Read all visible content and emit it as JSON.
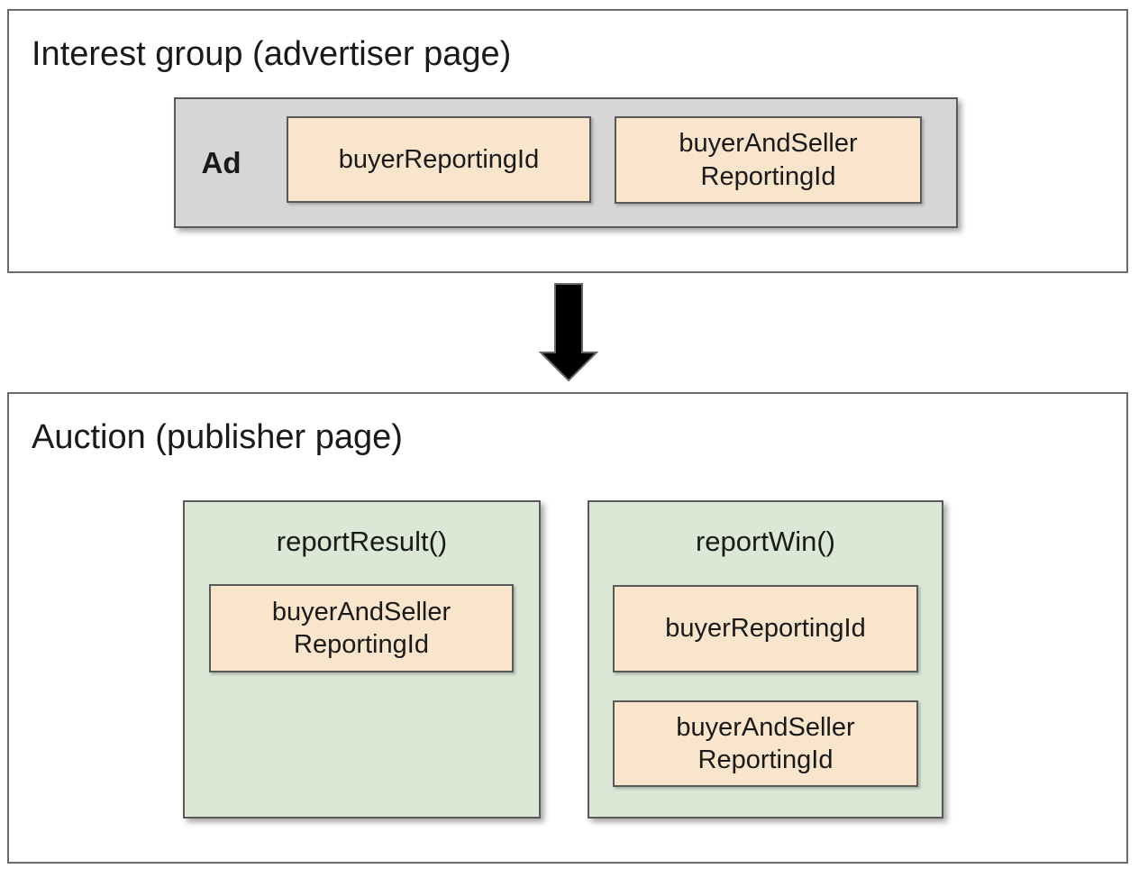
{
  "colors": {
    "panel_border": "#6b6b6b",
    "box_border": "#595959",
    "gray_fill": "#d6d6d6",
    "peach_fill": "#f8e5cc",
    "green_fill": "#dbe8d5",
    "arrow_fill": "#000000",
    "arrow_stroke": "#666666",
    "text": "#1a1a1a"
  },
  "interest_group": {
    "title": "Interest group (advertiser page)",
    "ad": {
      "label": "Ad",
      "chips": [
        "buyerReportingId",
        "buyerAndSeller\nReportingId"
      ]
    }
  },
  "auction": {
    "title": "Auction (publisher page)",
    "functions": [
      {
        "name": "reportResult()",
        "chips": [
          "buyerAndSeller\nReportingId"
        ]
      },
      {
        "name": "reportWin()",
        "chips": [
          "buyerReportingId",
          "buyerAndSeller\nReportingId"
        ]
      }
    ]
  }
}
